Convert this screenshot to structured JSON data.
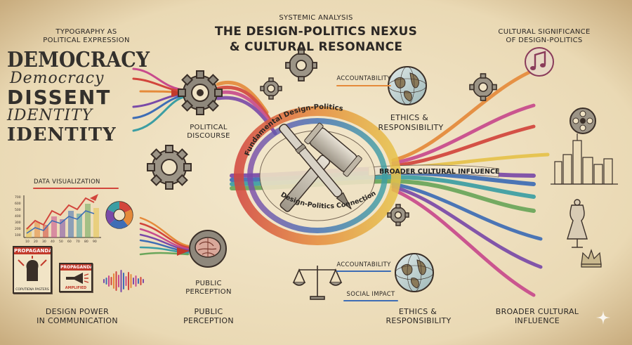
{
  "header": {
    "kicker": "Systemic Analysis",
    "title_line1": "The Design-Politics Nexus",
    "title_line2": "& Cultural Resonance"
  },
  "typography": {
    "heading_line1": "Typography as",
    "heading_line2": "Political Expression",
    "words": [
      "DEMOCRACY",
      "Democracy",
      "DISSENT",
      "IDENTITY",
      "IDENTITY"
    ]
  },
  "left_labels": {
    "political_discourse_1": "Political",
    "political_discourse_2": "Discourse",
    "data_visualization": "Data Visualization",
    "design_power_1": "Design Power",
    "design_power_2": "in Communication",
    "public_perception_icon_1": "Public",
    "public_perception_icon_2": "Perception",
    "public_perception_1": "Public",
    "public_perception_2": "Perception"
  },
  "chart_axis": {
    "y_ticks": [
      "700",
      "600",
      "500",
      "400",
      "300",
      "200",
      "100"
    ],
    "x_ticks": [
      "10",
      "20",
      "30",
      "40",
      "50",
      "60",
      "70",
      "80",
      "90"
    ]
  },
  "posters": {
    "poster1_title": "PROPAGANDA",
    "poster1_caption": "COPUTIENA PASTERS",
    "poster2_title": "PROPAGANDA",
    "poster2_caption": "AMPLIFIED"
  },
  "center": {
    "ring_top": "Fundamental Design-Politics",
    "ring_bottom": "Design-Politics Connection",
    "broader_ribbon": "Broader Cultural Influence"
  },
  "right_labels": {
    "accountability_top": "Accountability",
    "ethics_top_1": "Ethics &",
    "ethics_top_2": "Responsibility",
    "cultural_sig_1": "Cultural Significance",
    "cultural_sig_2": "of Design-Politics",
    "accountability_bottom": "Accountability",
    "social_impact": "Social Impact",
    "ethics_bottom_1": "Ethics &",
    "ethics_bottom_2": "Responsibility",
    "broader_1": "Broader Cultural",
    "broader_2": "Influence"
  },
  "colors": {
    "paper": "#efe2c4",
    "ink": "#2b2724",
    "red": "#d2453c",
    "orange": "#e58a3a",
    "yellow": "#e6c24a",
    "green": "#6aa65a",
    "teal": "#3c9ea3",
    "blue": "#3e6db5",
    "purple": "#7a4aa8",
    "magenta": "#c84a8c"
  },
  "icons": [
    "gear-icon",
    "gavel-icon",
    "pen-icon",
    "globe-icon",
    "brain-icon",
    "scales-icon",
    "music-note-icon",
    "film-reel-icon",
    "city-skyline-icon",
    "dress-form-icon",
    "crown-icon",
    "megaphone-icon",
    "fist-icon",
    "sound-wave-icon",
    "pie-chart-icon",
    "sparkle-icon"
  ]
}
